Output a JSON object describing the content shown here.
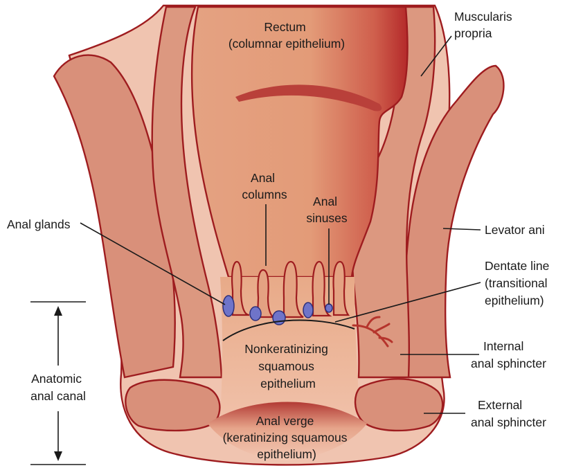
{
  "labels": {
    "rectum": [
      "Rectum",
      "(columnar epithelium)"
    ],
    "muscularis_propria": [
      "Muscularis",
      "propria"
    ],
    "anal_columns": [
      "Anal",
      "columns"
    ],
    "anal_sinuses": [
      "Anal",
      "sinuses"
    ],
    "anal_glands": [
      "Anal glands"
    ],
    "levator_ani": [
      "Levator ani"
    ],
    "dentate_line": [
      "Dentate line",
      "(transitional",
      "epithelium)"
    ],
    "nonkeratinizing": [
      "Nonkeratinizing",
      "squamous",
      "epithelium"
    ],
    "internal_sphincter": [
      "Internal",
      "anal sphincter"
    ],
    "anatomic_canal": [
      "Anatomic",
      "anal canal"
    ],
    "external_sphincter": [
      "External",
      "anal sphincter"
    ],
    "anal_verge": [
      "Anal verge",
      "(keratinizing squamous",
      "epithelium)"
    ]
  },
  "colors": {
    "tissue_outline": "#9e1c1f",
    "muscle_fill": "#d9907a",
    "lumen_fill": "#e4a27f",
    "skin_fill": "#f0c4b0",
    "gland_fill": "#6f74c9",
    "text": "#1a1a1a"
  }
}
